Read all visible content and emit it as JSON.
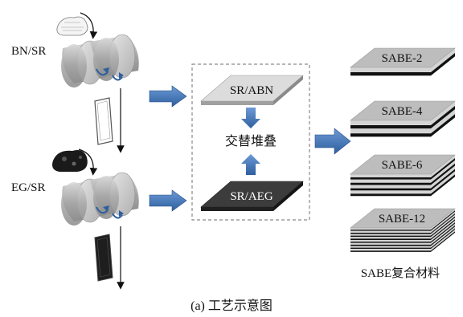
{
  "labels": {
    "bn_sr": "BN/SR",
    "eg_sr": "EG/SR",
    "sr_abn": "SR/ABN",
    "sr_aeg": "SR/AEG",
    "alternate_stack": "交替堆叠",
    "composite_label": "SABE复合材料",
    "caption": "(a) 工艺示意图"
  },
  "products": [
    "SABE-2",
    "SABE-4",
    "SABE-6",
    "SABE-12"
  ],
  "product_layers": [
    1,
    2,
    4,
    8
  ],
  "colors": {
    "arrow_blue": "#2e5f9e",
    "arrow_blue_light": "#5a8fd0",
    "roller_gray": "#a9a9a9",
    "dark_sheet": "#3a3a3a",
    "light_sheet": "#c8c8c8"
  }
}
